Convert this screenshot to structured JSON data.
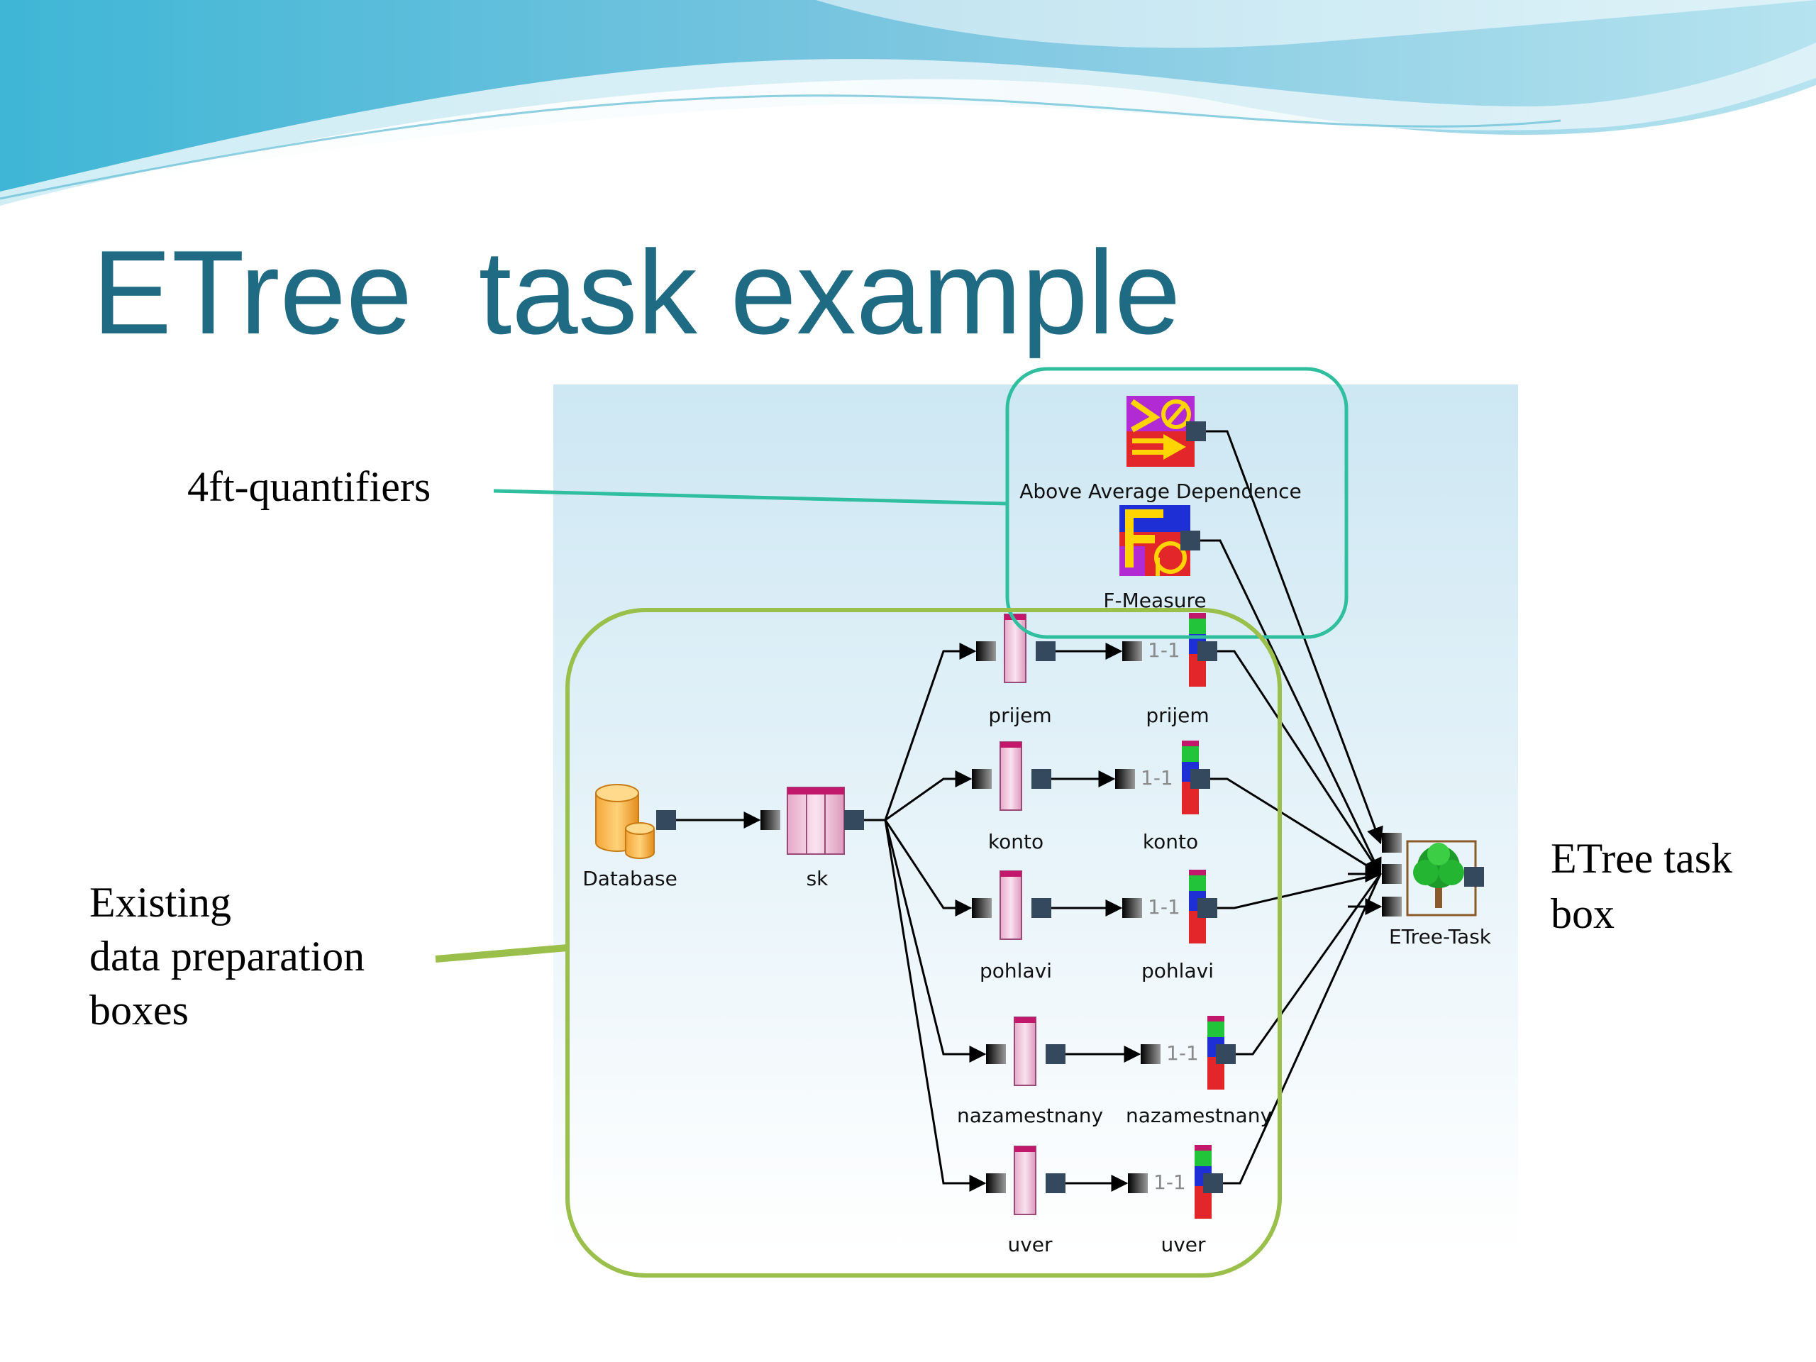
{
  "slide": {
    "title": "ETree  task example"
  },
  "callouts": {
    "quantifiers": "4ft-quantifiers",
    "prep_line1": "Existing",
    "prep_line2": "data preparation",
    "prep_line3": "boxes",
    "etree_line1": "ETree task",
    "etree_line2": "box"
  },
  "diagram": {
    "database_label": "Database",
    "sk_label": "sk",
    "quantifier1_label": "Above Average Dependence",
    "quantifier2_label": "F-Measure",
    "etree_label": "ETree-Task",
    "attribute_labels": [
      "prijem",
      "konto",
      "pohlavi",
      "nazamestnany",
      "uver"
    ],
    "category_labels": [
      "prijem",
      "konto",
      "pohlavi",
      "nazamestnany",
      "uver"
    ],
    "category_badge": "1-1"
  },
  "colors": {
    "title": "#1f6b84",
    "quantifier_frame": "#2fbf9f",
    "prep_frame": "#9abf4a",
    "canvas_top": "#cfe8f3",
    "canvas_bottom": "#ffffff",
    "port": "#34495e"
  }
}
